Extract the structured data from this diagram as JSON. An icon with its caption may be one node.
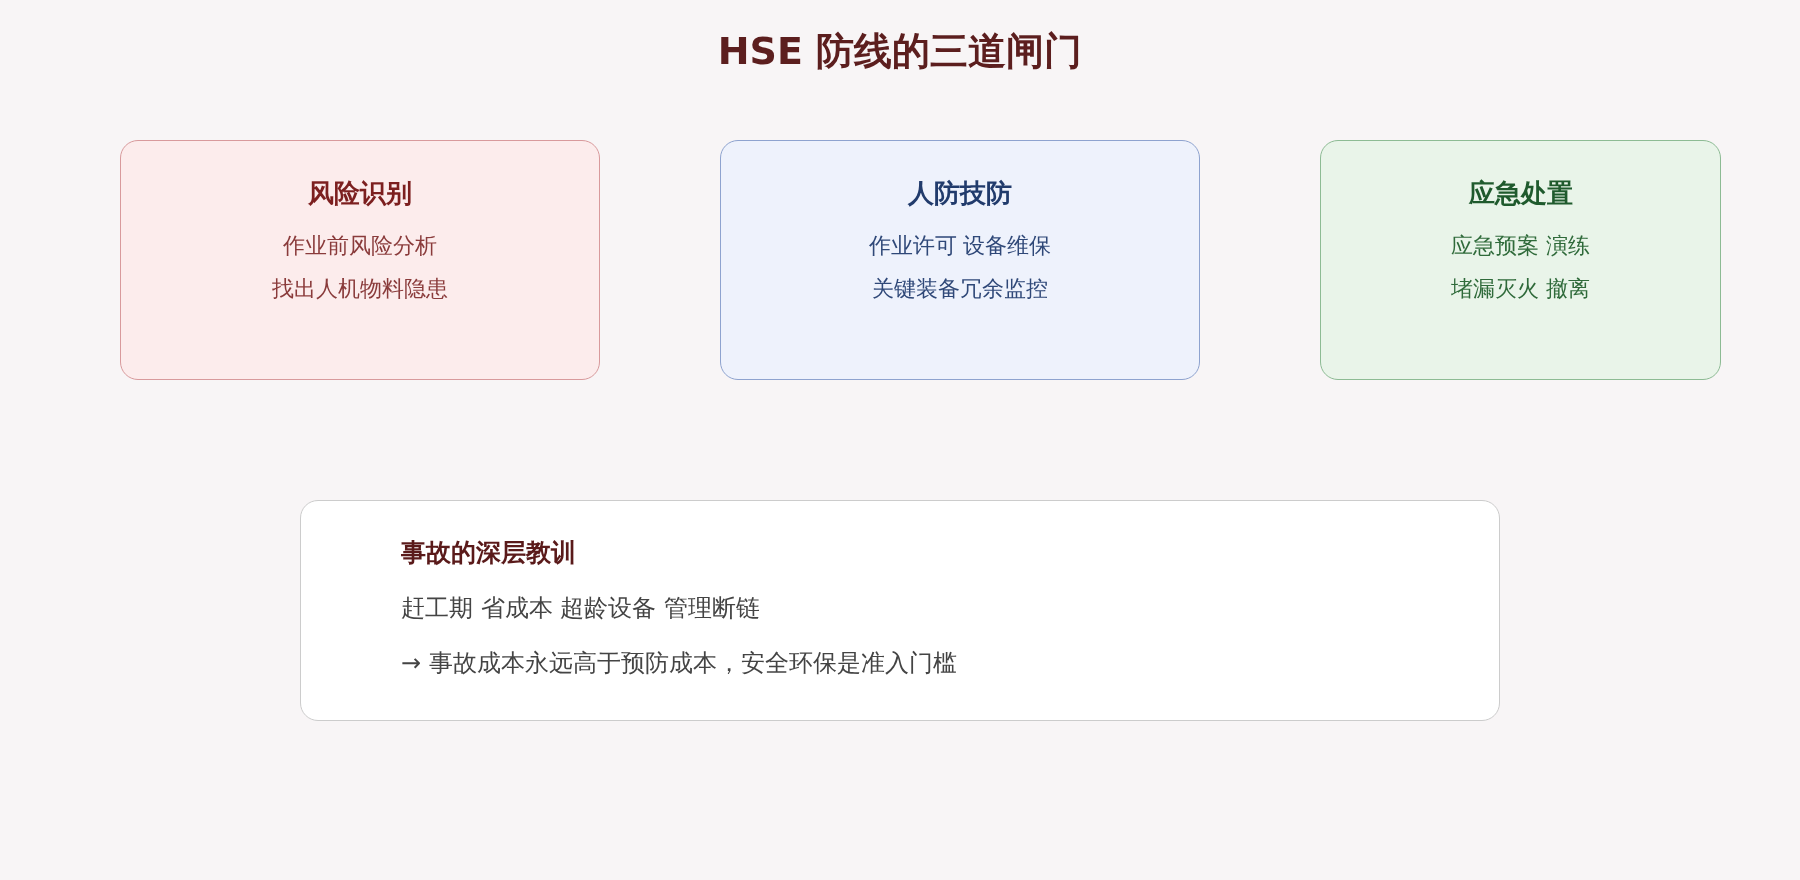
{
  "diagram": {
    "title": "HSE 防线的三道闸门",
    "nodes": [
      {
        "text": [
          "风险识别",
          "作业前风险分析",
          "找出人机物料隐患"
        ]
      },
      {
        "text": [
          "人防技防",
          "作业许可 设备维保",
          "关键装备冗余监控"
        ]
      },
      {
        "text": [
          "应急处置",
          "应急预案 演练",
          "堵漏灭火 撤离"
        ]
      },
      {
        "text": [
          "事故的深层教训",
          "赶工期 省成本 超龄设备 管理断链",
          "→ 事故成本永远高于预防成本，安全环保是准入门槛"
        ]
      }
    ]
  }
}
